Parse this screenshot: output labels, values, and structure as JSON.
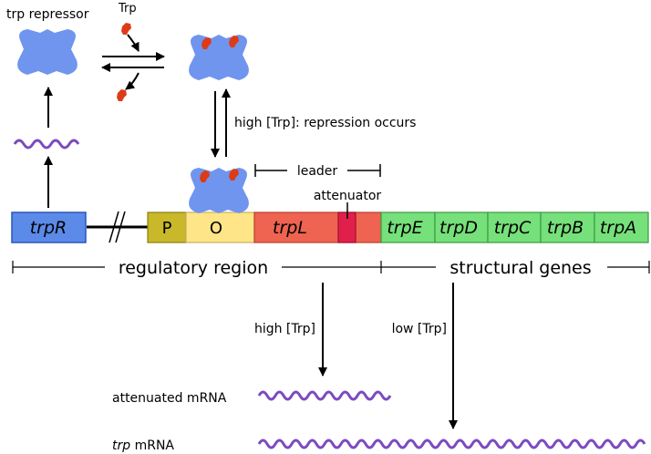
{
  "labels": {
    "trp_repressor": "trp repressor",
    "trp": "Trp",
    "repression": "high [Trp]: repression occurs",
    "leader": "leader",
    "attenuator": "attenuator",
    "regulatory_region": "regulatory region",
    "structural_genes": "structural genes",
    "high_trp": "high [Trp]",
    "low_trp": "low [Trp]",
    "attenuated_mrna": "attenuated mRNA",
    "trp_mrna_italic": "trp",
    "trp_mrna_rest": " mRNA"
  },
  "genes": {
    "trpR": "trpR",
    "P": "P",
    "O": "O",
    "trpL": "trpL",
    "trpE": "trpE",
    "trpD": "trpD",
    "trpC": "trpC",
    "trpB": "trpB",
    "trpA": "trpA"
  },
  "colors": {
    "repressor": "#6f95ee",
    "tryptophan": "#dd3b18",
    "mrna": "#7b4bc0",
    "trpR_fill": "#5b8ae8",
    "promoter": "#c8b82a",
    "operator": "#fde588",
    "leader_fill": "#ee6450",
    "attenuator_fill": "#e0204a",
    "structural_fill": "#76e07a"
  }
}
